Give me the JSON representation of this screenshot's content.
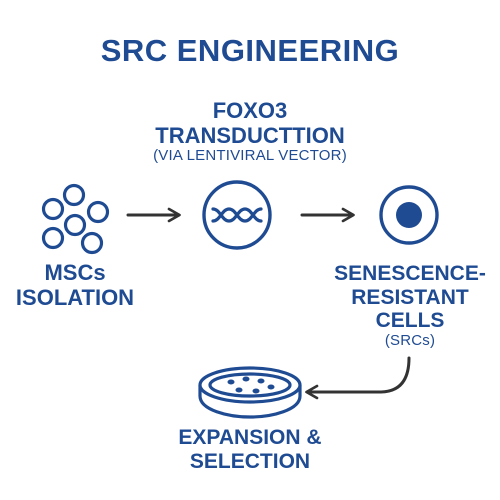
{
  "title": "SRC ENGINEERING",
  "steps": {
    "transduction": {
      "lines": [
        "FOXO3",
        "TRANSDUCTTION"
      ],
      "sub": "(VIA LENTIVIRAL VECTOR)",
      "icon": "dna-helix-icon"
    },
    "isolation": {
      "lines": [
        "MSCs",
        "ISOLATION"
      ],
      "icon": "cell-cluster-icon"
    },
    "src": {
      "lines": [
        "SENESCENCE-",
        "RESISTANT",
        "CELLS"
      ],
      "sub": "(SRCs)",
      "icon": "single-cell-icon"
    },
    "expansion": {
      "lines": [
        "EXPANSION &",
        "SELECTION"
      ],
      "icon": "petri-dish-icon"
    }
  },
  "colors": {
    "primary": "#1f4b93",
    "arrow": "#333333"
  }
}
